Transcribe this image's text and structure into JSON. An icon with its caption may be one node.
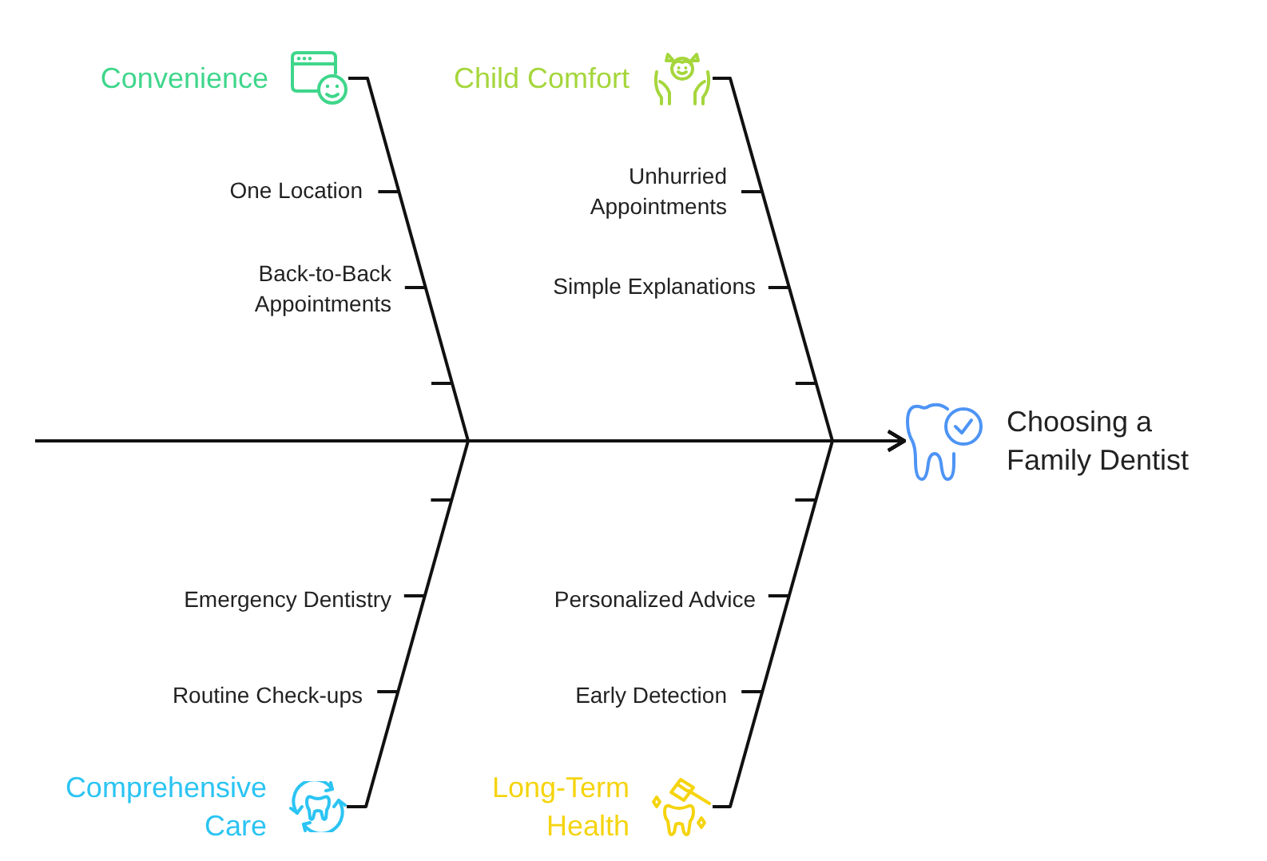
{
  "diagram": {
    "nodes": [
      {
        "text": [
          "Convenience"
        ]
      },
      {
        "text": [
          "Child Comfort"
        ]
      },
      {
        "text": [
          "Choosing a Family Dentist"
        ]
      },
      {
        "text": [
          "Comprehensive Care"
        ]
      },
      {
        "text": [
          "Long-Term Health"
        ]
      }
    ],
    "edges": [
      {
        "from": null,
        "to": 2,
        "arrow": "to"
      },
      {
        "from": 0,
        "to": 2,
        "arrow": "to"
      },
      {
        "from": 1,
        "to": 2,
        "arrow": "to"
      },
      {
        "from": 3,
        "to": 2,
        "arrow": "to"
      },
      {
        "from": 4,
        "to": 2,
        "arrow": "to"
      }
    ],
    "labels": [
      "One Location",
      "Unhurried Appointments",
      "Back-to-Back Appointments",
      "Simple Explanations",
      "Emergency Dentistry",
      "Personalized Advice",
      "Routine Check-ups",
      "Early Detection"
    ]
  }
}
